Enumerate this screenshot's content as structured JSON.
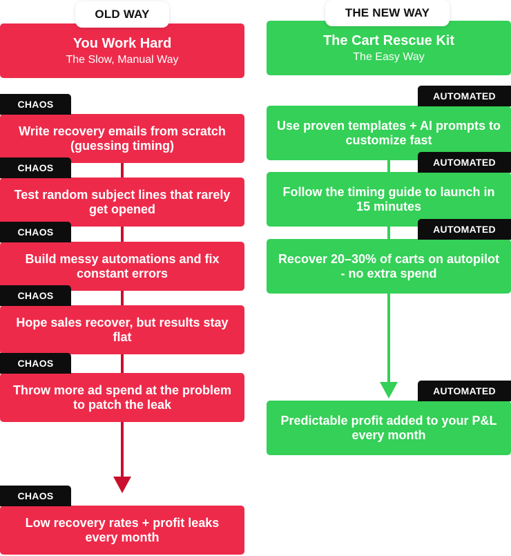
{
  "colors": {
    "red": "#ee2a4b",
    "green": "#34d057",
    "red_line": "#c8102e",
    "green_line": "#34d057",
    "tag_bg": "#0d0d0d"
  },
  "old": {
    "label": "OLD WAY",
    "title": "You Work Hard",
    "subtitle": "The Slow, Manual Way",
    "tag": "CHAOS",
    "steps": [
      "Write recovery emails from scratch (guessing timing)",
      "Test random subject lines that rarely get opened",
      "Build messy automations and fix constant errors",
      "Hope sales recover, but results stay flat",
      "Throw more ad spend at the problem to patch the leak"
    ],
    "result": "Low recovery rates + profit leaks every month"
  },
  "new": {
    "label": "THE NEW WAY",
    "title": "The Cart Rescue Kit",
    "subtitle": "The Easy Way",
    "tag": "AUTOMATED",
    "steps": [
      "Use proven templates + AI prompts to customize fast",
      "Follow the timing guide to launch in 15 minutes",
      "Recover 20–30% of carts on autopilot - no extra spend"
    ],
    "result": "Predictable profit added to your P&L every month"
  }
}
